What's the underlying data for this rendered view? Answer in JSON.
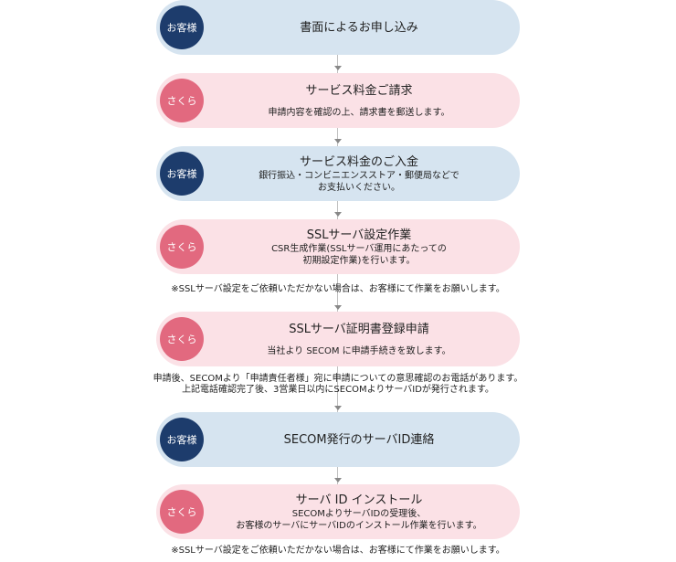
{
  "steps": [
    {
      "actor": "お客様",
      "title": "書面によるお申し込み",
      "desc": []
    },
    {
      "actor": "さくら",
      "title": "サービス料金ご請求",
      "desc": [
        "申請内容を確認の上、請求書を郵送します。"
      ]
    },
    {
      "actor": "お客様",
      "title": "サービス料金のご入金",
      "desc": [
        "銀行振込・コンビニエンスストア・郵便局などで",
        "お支払いください。"
      ]
    },
    {
      "actor": "さくら",
      "title": "SSLサーバ設定作業",
      "desc": [
        "CSR生成作業(SSLサーバ運用にあたっての",
        "初期設定作業)を行います。"
      ]
    },
    {
      "actor": "さくら",
      "title": "SSLサーバ証明書登録申請",
      "desc": [
        "当社より SECOM に申請手続きを致します。"
      ]
    },
    {
      "actor": "お客様",
      "title": "SECOM発行のサーバID連絡",
      "desc": []
    },
    {
      "actor": "さくら",
      "title": "サーバ ID インストール",
      "desc": [
        "SECOMよりサーバIDの受理後、",
        "お客様のサーバにサーバIDのインストール作業を行います。"
      ]
    }
  ],
  "notes": {
    "after_ssl_setup": "※SSLサーバ設定をご依頼いただかない場合は、お客様にて作業をお願いします。",
    "after_registration_1": "申請後、SECOMより「申請責任者様」宛に申請についての意思確認のお電話があります。",
    "after_registration_2": "上記電話確認完了後、3営業日以内にSECOMよりサーバIDが発行されます。",
    "after_install": "※SSLサーバ設定をご依頼いただかない場合は、お客様にて作業をお願いします。"
  }
}
